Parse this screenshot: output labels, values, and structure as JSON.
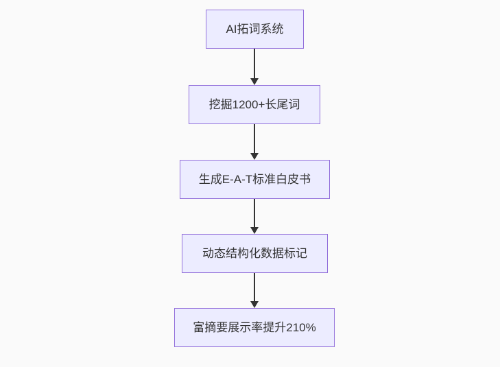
{
  "flowchart": {
    "type": "vertical-flowchart",
    "colors": {
      "background": "#fafafa",
      "node_fill": "#ECECFF",
      "node_border": "#9370DB",
      "text": "#333333",
      "arrow": "#333333"
    },
    "nodes": [
      {
        "id": "n1",
        "label": "AI拓词系统"
      },
      {
        "id": "n2",
        "label": "挖掘1200+长尾词"
      },
      {
        "id": "n3",
        "label": "生成E-A-T标准白皮书"
      },
      {
        "id": "n4",
        "label": "动态结构化数据标记"
      },
      {
        "id": "n5",
        "label": "富摘要展示率提升210%"
      }
    ],
    "edges": [
      {
        "from": "n1",
        "to": "n2"
      },
      {
        "from": "n2",
        "to": "n3"
      },
      {
        "from": "n3",
        "to": "n4"
      },
      {
        "from": "n4",
        "to": "n5"
      }
    ]
  }
}
